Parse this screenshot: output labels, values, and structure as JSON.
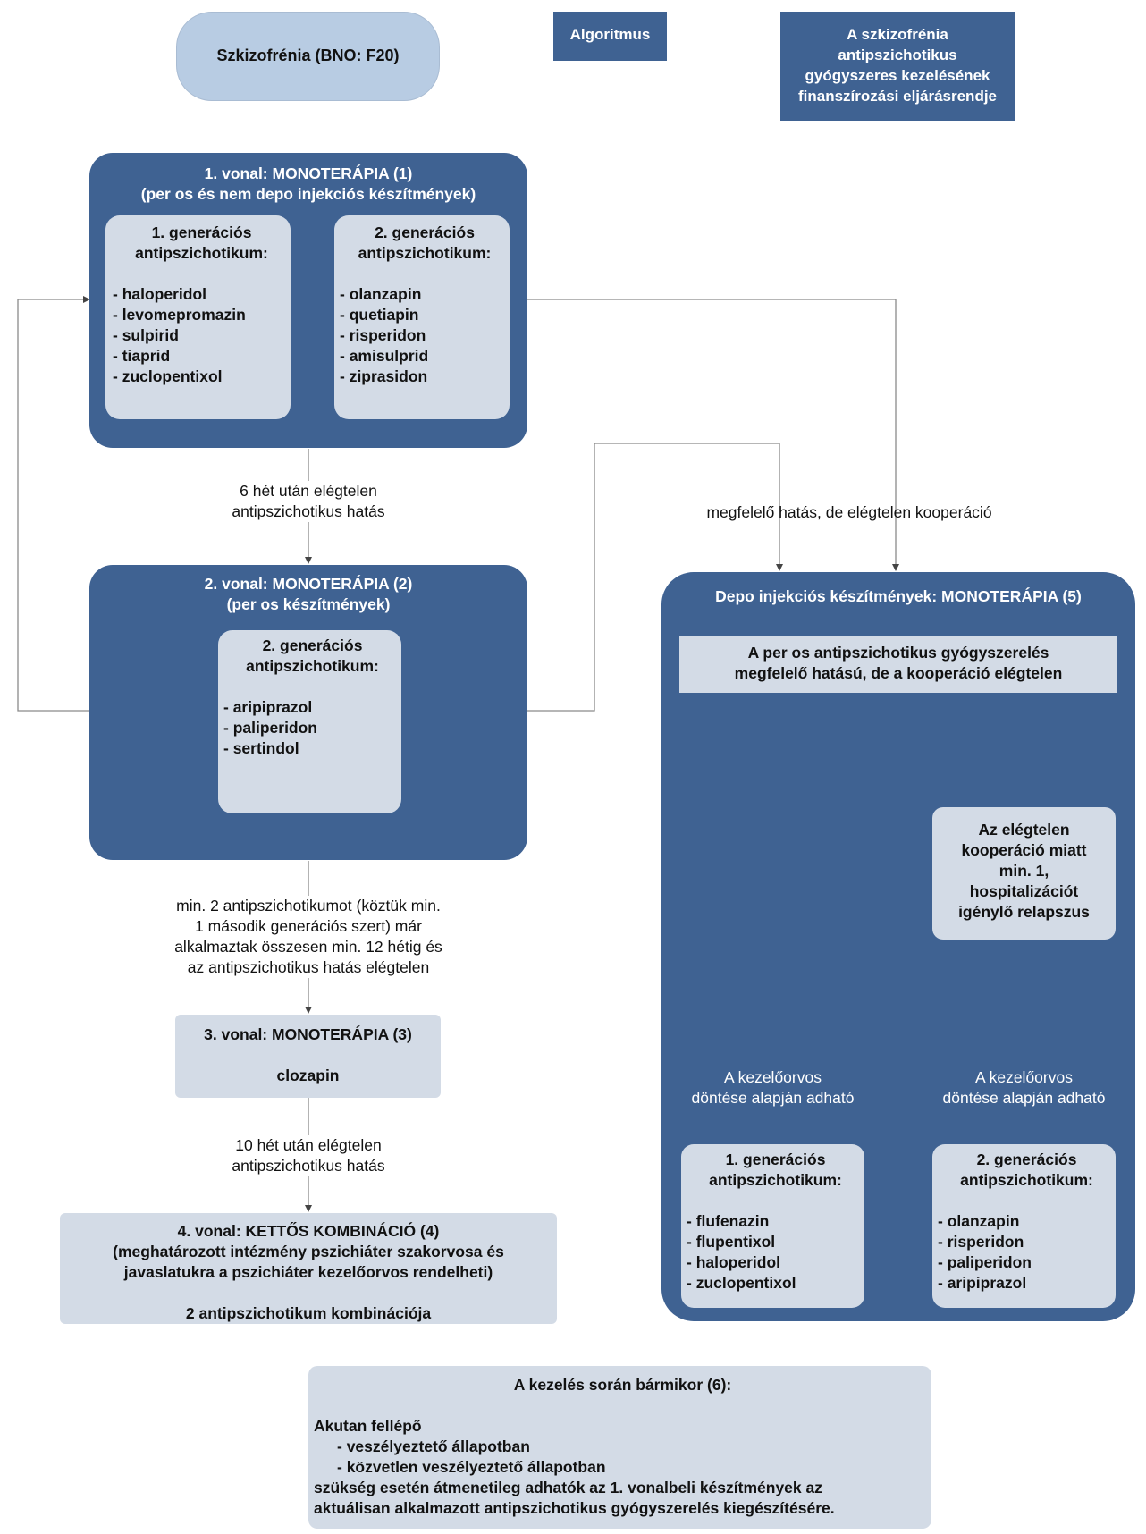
{
  "header": {
    "start": "Szkizofrénia (BNO: F20)",
    "algoritmus": "Algoritmus",
    "title_lines": [
      "A szkizofrénia",
      "antipszichotikus",
      "gyógyszeres kezelésének",
      "finanszírozási eljárásrendje"
    ]
  },
  "line1": {
    "title": "1. vonal: MONOTERÁPIA (1)",
    "subtitle": "(per os és nem depo injekciós készítmények)",
    "gen1": {
      "heading": [
        "1. generációs",
        "antipszichotikum:"
      ],
      "items": [
        "- haloperidol",
        "- levomepromazin",
        "- sulpirid",
        "- tiaprid",
        "- zuclopentixol"
      ]
    },
    "gen2": {
      "heading": [
        "2. generációs",
        "antipszichotikum:"
      ],
      "items": [
        "- olanzapin",
        "- quetiapin",
        "- risperidon",
        "- amisulprid",
        "- ziprasidon"
      ]
    }
  },
  "transition1": [
    "6 hét után elégtelen",
    "antipszichotikus hatás"
  ],
  "line2": {
    "title": "2. vonal: MONOTERÁPIA (2)",
    "subtitle": "(per os készítmények)",
    "gen2": {
      "heading": [
        "2. generációs",
        "antipszichotikum:"
      ],
      "items": [
        "- aripiprazol",
        "- paliperidon",
        "- sertindol"
      ]
    }
  },
  "transition2": [
    "min. 2 antipszichotikumot (köztük min.",
    "1 második generációs szert) már",
    "alkalmaztak összesen min. 12 hétig és",
    "az antipszichotikus hatás elégtelen"
  ],
  "line3": {
    "title": "3. vonal: MONOTERÁPIA (3)",
    "drug": "clozapin"
  },
  "transition3": [
    "10 hét után elégtelen",
    "antipszichotikus hatás"
  ],
  "line4": {
    "title": "4. vonal: KETTŐS KOMBINÁCIÓ (4)",
    "lines": [
      "(meghatározott intézmény pszichiáter szakorvosa és",
      "javaslatukra a pszichiáter kezelőorvos rendelheti)"
    ],
    "bottom": "2 antipszichotikum kombinációja"
  },
  "coop_label": "megfelelő hatás, de elégtelen kooperáció",
  "depot": {
    "title": "Depo injekciós készítmények: MONOTERÁPIA (5)",
    "condition": [
      "A per os antipszichotikus gyógyszerelés",
      "megfelelő hatású, de a kooperáció elégtelen"
    ],
    "relapse": [
      "Az elégtelen",
      "kooperáció miatt",
      "min. 1,",
      "hospitalizációt",
      "igénylő relapszus"
    ],
    "decision_left": [
      "A kezelőorvos",
      "döntése alapján adható"
    ],
    "decision_right": [
      "A kezelőorvos",
      "döntése alapján adható"
    ],
    "gen1": {
      "heading": [
        "1. generációs",
        "antipszichotikum:"
      ],
      "items": [
        "- flufenazin",
        "- flupentixol",
        "- haloperidol",
        "- zuclopentixol"
      ]
    },
    "gen2": {
      "heading": [
        "2. generációs",
        "antipszichotikum:"
      ],
      "items": [
        "- olanzapin",
        "- risperidon",
        "- paliperidon",
        "- aripiprazol"
      ]
    }
  },
  "anytime": {
    "title": "A kezelés során bármikor (6):",
    "intro": "Akutan fellépő",
    "items": [
      "- veszélyeztető állapotban",
      "- közvetlen veszélyeztető állapotban"
    ],
    "outro": [
      "szükség esetén átmenetileg adhatók az 1. vonalbeli készítmények az",
      "aktuálisan alkalmazott antipszichotikus gyógyszerelés kiegészítésére."
    ]
  },
  "colors": {
    "dark": "#3f6292",
    "light": "#d3dbe6",
    "pill": "#b8cce3",
    "line": "#7a7a7a"
  }
}
